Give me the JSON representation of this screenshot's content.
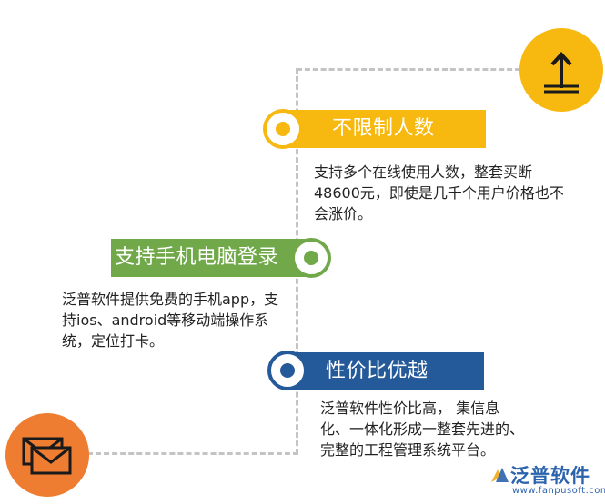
{
  "features": [
    {
      "title": "不限制人数",
      "description": "支持多个在线使用人数，整套买断48600元，即使是几千个用户价格也不会涨价。"
    },
    {
      "title": "支持手机电脑登录",
      "description": "泛普软件提供免费的手机app，支持ios、android等移动端操作系统，定位打卡。"
    },
    {
      "title": "性价比优越",
      "description": "泛普软件性价比高， 集信息化、一体化形成一整套先进的、完整的工程管理系统平台。"
    }
  ],
  "logo": {
    "name": "泛普软件",
    "url": "www.fanpusoft.com"
  },
  "icons": {
    "top_right": "upload-icon",
    "bottom_left": "mail-icon"
  },
  "colors": {
    "yellow": "#f7b80f",
    "green": "#71a94a",
    "blue": "#24599a",
    "orange": "#ee7d31",
    "logo_blue": "#2c63ad"
  }
}
